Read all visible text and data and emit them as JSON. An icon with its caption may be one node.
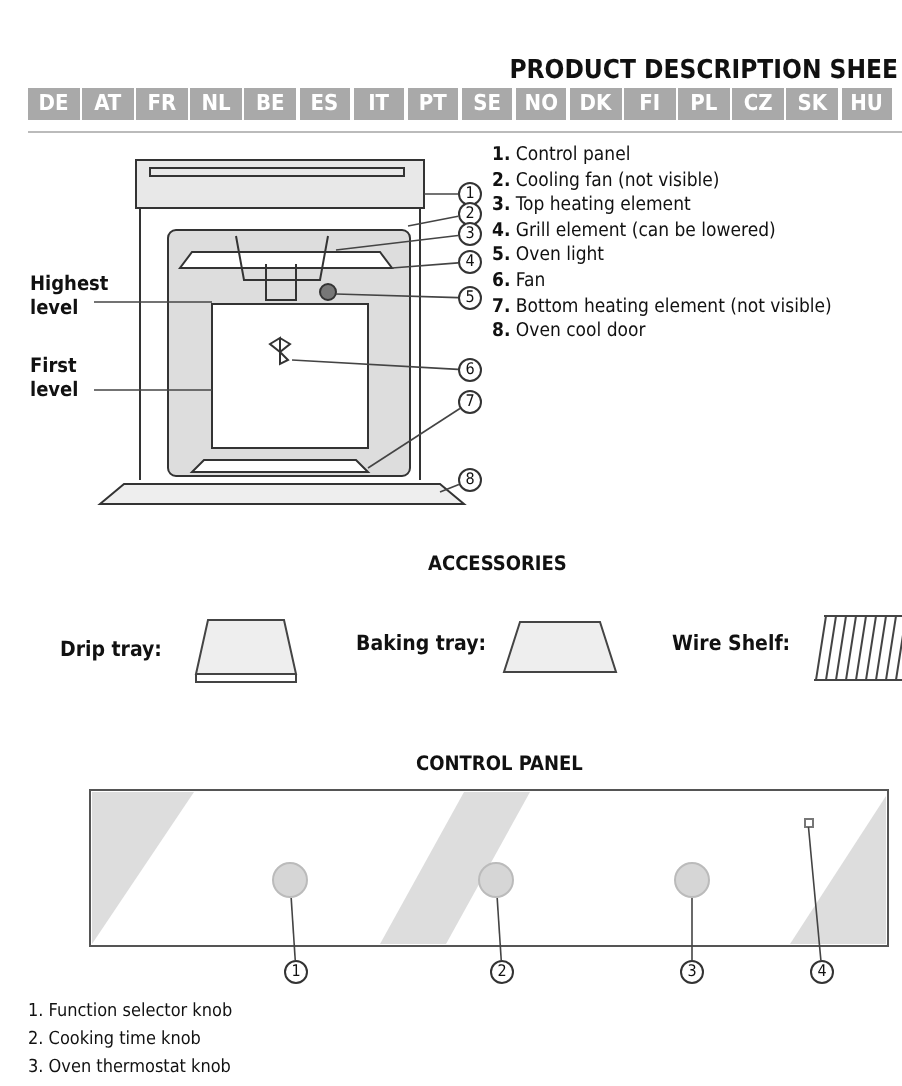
{
  "diagram": {
    "title": "PRODUCT DESCRIPTION SHEE",
    "nodes": [
      {
        "text": [
          "1"
        ]
      },
      {
        "text": [
          "2"
        ]
      },
      {
        "text": [
          "3"
        ]
      },
      {
        "text": [
          "4"
        ]
      },
      {
        "text": [
          "5"
        ]
      },
      {
        "text": [
          "6"
        ]
      },
      {
        "text": [
          "7"
        ]
      },
      {
        "text": [
          "8"
        ]
      },
      {
        "text": [
          "Highest level"
        ]
      },
      {
        "text": [
          "First level"
        ]
      },
      {
        "text": [],
        "shape": "circle"
      },
      {
        "text": [],
        "shape": "circle"
      },
      {
        "text": [],
        "shape": "circle"
      },
      {
        "text": [],
        "shape": "box"
      },
      {
        "text": [
          "1"
        ]
      },
      {
        "text": [
          "2"
        ]
      },
      {
        "text": [
          "3"
        ]
      },
      {
        "text": [
          "4"
        ]
      }
    ],
    "edges": [
      {
        "from": 0,
        "to": null,
        "arrow": "none"
      },
      {
        "from": 1,
        "to": null,
        "arrow": "none"
      },
      {
        "from": 2,
        "to": null,
        "arrow": "none"
      },
      {
        "from": 3,
        "to": null,
        "arrow": "none"
      },
      {
        "from": 4,
        "to": null,
        "arrow": "none"
      },
      {
        "from": 5,
        "to": null,
        "arrow": "none"
      },
      {
        "from": 6,
        "to": null,
        "arrow": "none"
      },
      {
        "from": 7,
        "to": null,
        "arrow": "none"
      },
      {
        "from": 8,
        "to": null,
        "arrow": "none"
      },
      {
        "from": 9,
        "to": null,
        "arrow": "none"
      },
      {
        "from": 14,
        "to": 10,
        "arrow": "none"
      },
      {
        "from": 15,
        "to": 11,
        "arrow": "none"
      },
      {
        "from": 16,
        "to": 12,
        "arrow": "none"
      },
      {
        "from": 17,
        "to": 13,
        "arrow": "none"
      }
    ],
    "labels": [
      "DE",
      "AT",
      "FR",
      "NL",
      "BE",
      "ES",
      "IT",
      "PT",
      "SE",
      "NO",
      "DK",
      "FI",
      "PL",
      "CZ",
      "SK",
      "HU",
      "**1.** Control panel",
      "**2.** Cooling fan (not visible)",
      "**3.** Top heating element",
      "**4.** Grill element (can be lowered)",
      "**5.** Oven light",
      "**6.** Fan",
      "**7.** Bottom heating element (not visible)",
      "**8.** Oven cool door",
      "ACCESSORIES",
      "Drip tray:",
      "Baking tray:",
      "Wire Shelf:",
      "CONTROL PANEL",
      "1. Function selector knob",
      "2. Cooking time knob",
      "3. Oven thermostat knob"
    ]
  }
}
